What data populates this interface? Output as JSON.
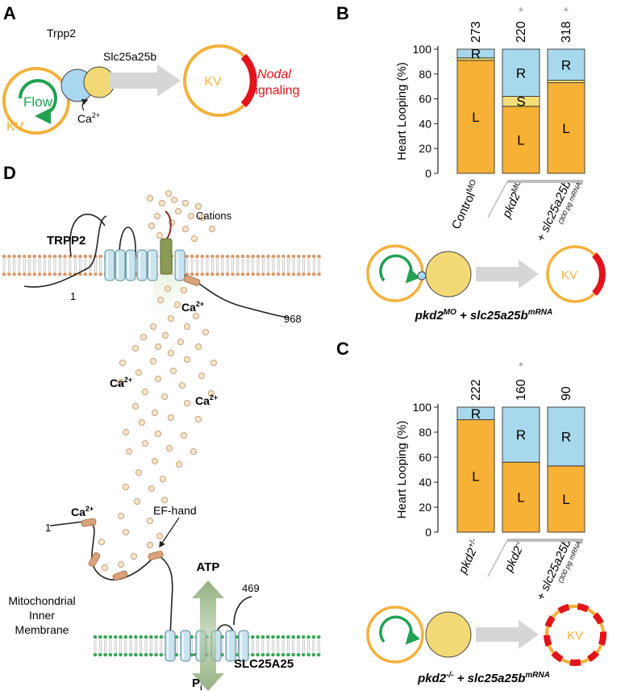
{
  "colors": {
    "kv_orange": "#f2b13c",
    "left_orange": "#f7b134",
    "right_blue": "#a8d8ec",
    "straight_yellow": "#f3df78",
    "trpp2_blue": "#a9d7ef",
    "slc_yellow": "#f3d975",
    "flow_green": "#22a152",
    "nodal_red": "#e3131b",
    "membrane_orange": "#d79b6e",
    "membrane_green": "#3aa65a",
    "ef_hand": "#d9a27a",
    "cation_fill": "#f4e4c8",
    "arrow_gray": "#d6d6d6",
    "star_gray": "#9a9a9a"
  },
  "panel_a": {
    "label": "A",
    "trpp2": "Trpp2",
    "slc": "Slc25a25b",
    "flow": "Flow",
    "ca": "Ca",
    "ca_sup": "2+",
    "kv": "KV",
    "kv_right": "KV",
    "nodal": "Nodal",
    "signaling": "signaling"
  },
  "panel_b": {
    "label": "B",
    "caption_main": "pkd2",
    "caption_sup1": "MO",
    "caption_mid": " + slc25a25b",
    "caption_sup2": "mRNA",
    "kv": "KV",
    "chart_data": {
      "type": "bar",
      "stacked": true,
      "ylabel": "Heart Looping (%)",
      "ylim": [
        0,
        100
      ],
      "yticks": [
        0,
        20,
        40,
        60,
        80,
        100
      ],
      "categories": [
        "Control",
        "pkd2",
        "+ slc25a25b"
      ],
      "category_sup": [
        "MO",
        "MO",
        ""
      ],
      "category_sub": [
        "",
        "",
        "(300 pg mRNA)"
      ],
      "n": [
        "273",
        "220",
        "318"
      ],
      "significance": [
        "",
        "*",
        "*"
      ],
      "series": [
        {
          "name": "L",
          "values": [
            91,
            54,
            73
          ]
        },
        {
          "name": "S",
          "values": [
            2,
            8,
            2
          ]
        },
        {
          "name": "R",
          "values": [
            7,
            38,
            25
          ]
        }
      ]
    }
  },
  "panel_c": {
    "label": "C",
    "caption_main": "pkd2",
    "caption_sup1": "-/-",
    "caption_mid": " + slc25a25b",
    "caption_sup2": "mRNA",
    "kv": "KV",
    "chart_data": {
      "type": "bar",
      "stacked": true,
      "ylabel": "Heart Looping (%)",
      "ylim": [
        0,
        100
      ],
      "yticks": [
        0,
        20,
        40,
        60,
        80,
        100
      ],
      "categories": [
        "pkd2",
        "pkd2",
        "+ slc25a25b"
      ],
      "category_sup": [
        "+/-",
        "-/-",
        ""
      ],
      "category_sub": [
        "",
        "",
        "(300 pg mRNA)"
      ],
      "n": [
        "222",
        "160",
        "90"
      ],
      "significance": [
        "",
        "*",
        ""
      ],
      "series": [
        {
          "name": "L",
          "values": [
            90,
            56,
            53
          ]
        },
        {
          "name": "R",
          "values": [
            10,
            44,
            47
          ]
        }
      ]
    }
  },
  "panel_d": {
    "label": "D",
    "trpp2": "TRPP2",
    "cations": "Cations",
    "trpp2_n": "1",
    "trpp2_c": "968",
    "ca": "Ca",
    "ca_sup": "2+",
    "ef_hand": "EF-hand",
    "slc_n": "1",
    "slc_c": "469",
    "atp": "ATP",
    "pi": "P",
    "pi_sub": "i",
    "mito_1": "Mitochondrial",
    "mito_2": "Inner",
    "mito_3": "Membrane",
    "slc25a25": "SLC25A25"
  }
}
